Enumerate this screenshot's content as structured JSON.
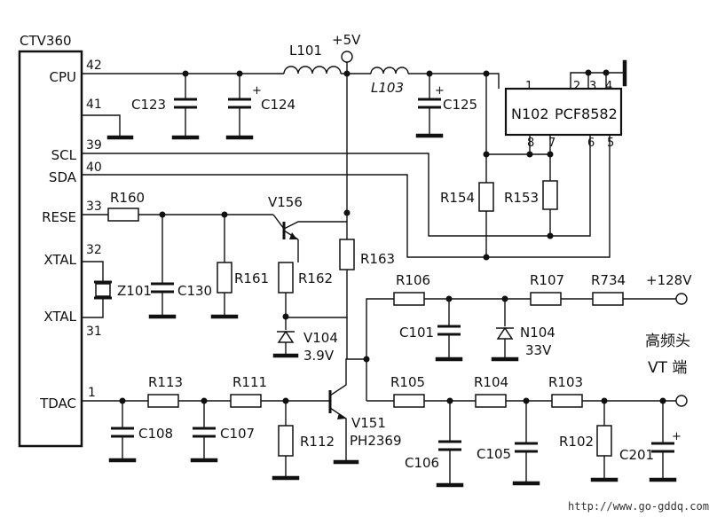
{
  "chip": {
    "name": "CTV360",
    "pins": {
      "cpu": {
        "num": "42",
        "name": "CPU"
      },
      "p41": {
        "num": "41"
      },
      "scl": {
        "num": "39",
        "name": "SCL"
      },
      "sda": {
        "num": "40",
        "name": "SDA"
      },
      "rese": {
        "num": "33",
        "name": "RESE"
      },
      "xtal1": {
        "num": "32",
        "name": "XTAL"
      },
      "xtal2": {
        "num": "31",
        "name": "XTAL"
      },
      "tdac": {
        "num": "1",
        "name": "TDAC"
      }
    }
  },
  "eeprom": {
    "ref": "N102",
    "part": "PCF8582",
    "pins": [
      "1",
      "2",
      "3",
      "4",
      "8",
      "7",
      "6",
      "5"
    ]
  },
  "supply": {
    "v5": "+5V",
    "v128": "+128V"
  },
  "tuner": {
    "name": "高频头",
    "terminal": "VT 端"
  },
  "inductors": [
    "L101",
    "L103"
  ],
  "capacitors": [
    "C123",
    "C124",
    "C125",
    "C130",
    "C101",
    "C108",
    "C107",
    "C106",
    "C105",
    "C201"
  ],
  "resistors": [
    "R154",
    "R153",
    "R160",
    "R161",
    "R162",
    "R163",
    "R106",
    "R107",
    "R734",
    "R113",
    "R111",
    "R112",
    "R105",
    "R104",
    "R103",
    "R102"
  ],
  "crystal": "Z101",
  "transistors": {
    "v156": {
      "ref": "V156"
    },
    "v151": {
      "ref": "V151",
      "part": "PH2369"
    }
  },
  "zeners": {
    "v104": {
      "ref": "V104",
      "value": "3.9V"
    },
    "n104": {
      "ref": "N104",
      "value": "33V"
    }
  },
  "watermark": "http://www.go-gddq.com"
}
